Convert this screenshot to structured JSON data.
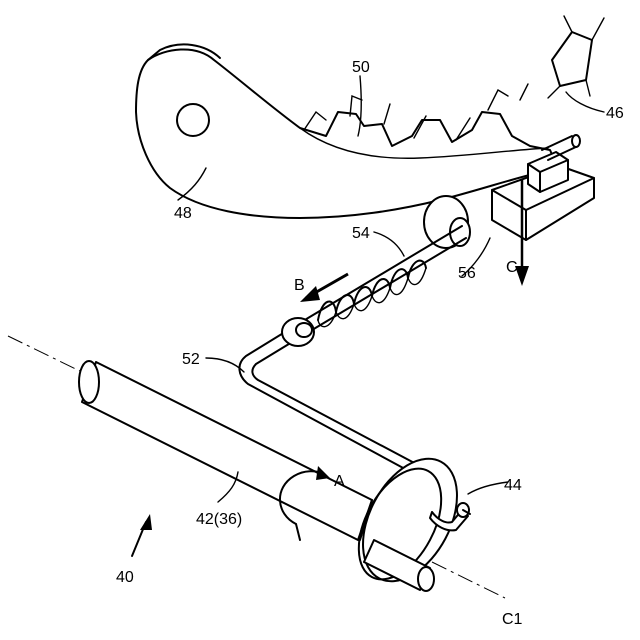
{
  "labels": {
    "l40": "40",
    "l42": "42(36)",
    "l44": "44",
    "l46": "46",
    "l48": "48",
    "l50": "50",
    "l52": "52",
    "l54": "54",
    "l56": "56",
    "A": "A",
    "B": "B",
    "C": "C",
    "C1": "C1"
  }
}
